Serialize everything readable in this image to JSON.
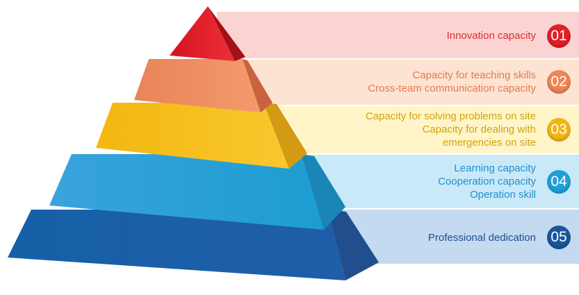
{
  "levels": [
    {
      "number": "01",
      "lines": [
        "Innovation capacity"
      ],
      "band_color": "#fbd3d3",
      "text_color": "#e22a2a",
      "badge_color": "#e31f26"
    },
    {
      "number": "02",
      "lines": [
        "Capacity for teaching skills",
        "Cross-team communication capacity"
      ],
      "band_color": "#fde3d2",
      "text_color": "#e27b4d",
      "badge_color": "#ee8557"
    },
    {
      "number": "03",
      "lines": [
        "Capacity for solving problems on site",
        "Capacity for dealing with",
        "emergencies on site"
      ],
      "band_color": "#fff5c9",
      "text_color": "#d4a30a",
      "badge_color": "#f2b514"
    },
    {
      "number": "04",
      "lines": [
        "Learning capacity",
        "Cooperation capacity",
        "Operation skill"
      ],
      "band_color": "#c9e8f8",
      "text_color": "#1f92cc",
      "badge_color": "#1fa0d8"
    },
    {
      "number": "05",
      "lines": [
        "Professional dedication"
      ],
      "band_color": "#c3daf0",
      "text_color": "#1f4f93",
      "badge_color": "#19569c"
    }
  ]
}
